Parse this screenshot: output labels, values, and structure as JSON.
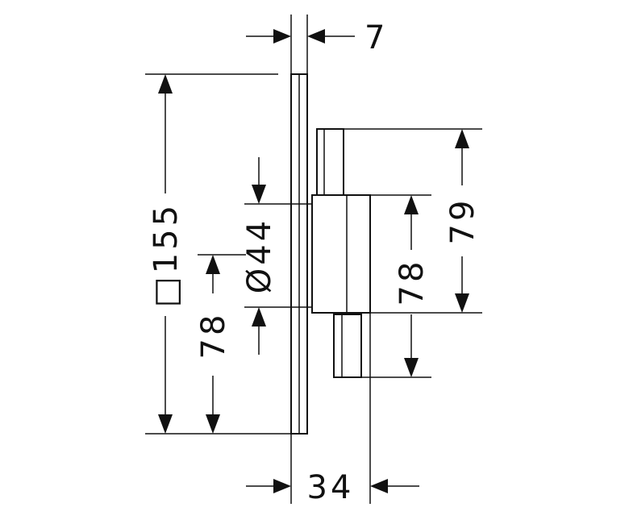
{
  "dimensions": {
    "wall_thickness": "7",
    "plate_square": "□155",
    "lower_offset_left": "78",
    "diameter": "Ø44",
    "body_height_right": "78",
    "upper_height_right": "79",
    "depth": "34"
  }
}
